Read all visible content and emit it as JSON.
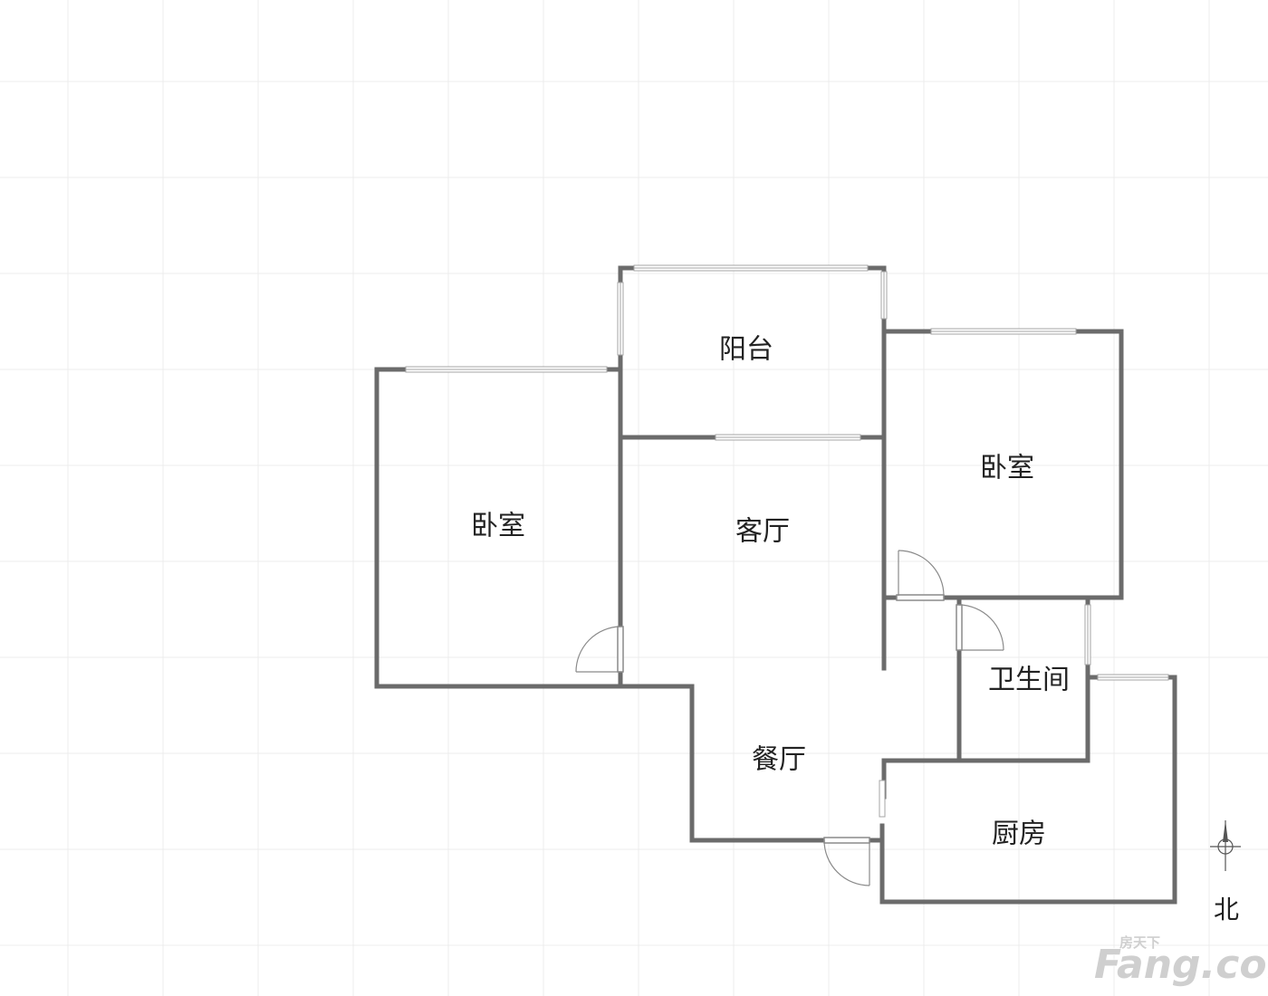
{
  "rooms": {
    "balcony": "阳台",
    "bedroom_left": "卧室",
    "bedroom_right": "卧室",
    "living_room": "客厅",
    "dining_room": "餐厅",
    "bathroom": "卫生间",
    "kitchen": "厨房"
  },
  "compass": {
    "north_label": "北"
  },
  "watermark": {
    "brand": "Fang.com",
    "chinese": "房天下"
  },
  "colors": {
    "wall": "#6b6b6b",
    "grid": "#ececec",
    "background": "#ffffff"
  }
}
